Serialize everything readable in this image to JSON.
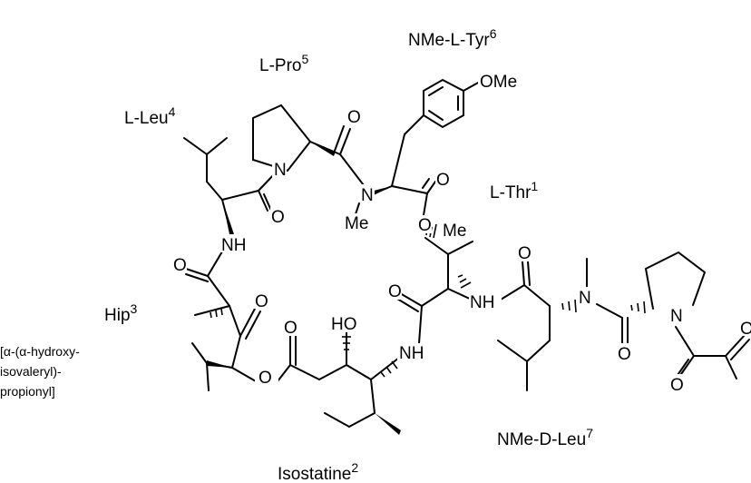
{
  "residue_labels": {
    "thr1": {
      "name": "L-Thr",
      "sup": "1"
    },
    "isostatine2": {
      "name": "Isostatine",
      "sup": "2"
    },
    "hip3": {
      "name": "Hip",
      "sup": "3"
    },
    "hip3_desc": [
      "[α-(α-hydroxy-",
      "isovaleryl)-",
      "propionyl]"
    ],
    "leu4": {
      "name": "L-Leu",
      "sup": "4"
    },
    "pro5": {
      "name": "L-Pro",
      "sup": "5"
    },
    "tyr6": {
      "name": "NMe-L-Tyr",
      "sup": "6"
    },
    "leu7": {
      "name": "NMe-D-Leu",
      "sup": "7"
    }
  },
  "atom_labels": {
    "ome": "OMe",
    "o": "O",
    "n": "N",
    "nh": "NH",
    "me": "Me",
    "ho": "HO"
  }
}
